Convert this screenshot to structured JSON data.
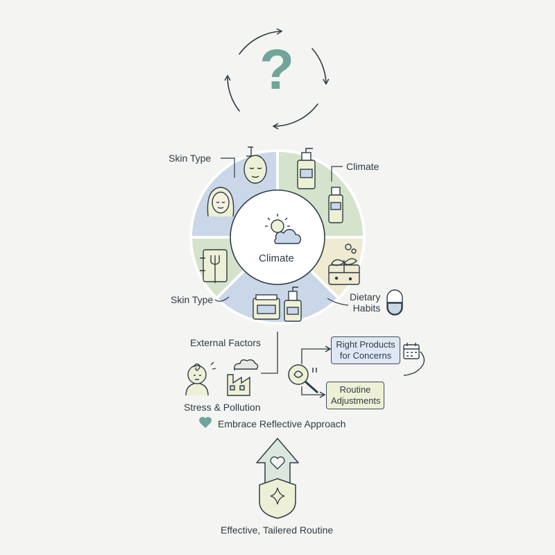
{
  "top": {
    "question_mark": "?"
  },
  "wheel": {
    "center_label": "Climate",
    "segment_labels": {
      "skin_type_top": "Skin Type",
      "climate": "Climate",
      "skin_type_bottom": "Skin Type",
      "dietary_habits": "Dietary\nHabits"
    }
  },
  "external": {
    "title": "External Factors",
    "stress_pollution": "Stress & Pollution"
  },
  "outcomes": {
    "right_products": "Right Products\nfor Concerns",
    "routine_adjustments": "Routine\nAdjustments"
  },
  "approach": {
    "label": "Embrace Reflective Approach"
  },
  "result": {
    "label": "Effective, Tailered Routine"
  },
  "colors": {
    "ink": "#2d3b45",
    "teal": "#6fa59b",
    "blue_segment": "#c9d7e8",
    "green_segment": "#d5e3cc",
    "cream_segment": "#eeebd2",
    "arrow_fill": "#dbe7dc",
    "shield_fill": "#eef0d6"
  }
}
